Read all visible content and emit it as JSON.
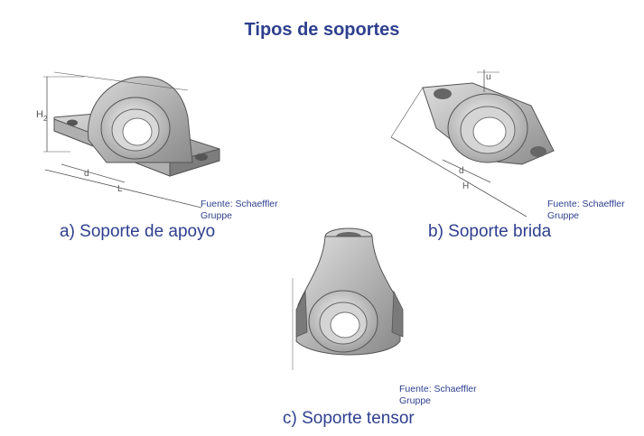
{
  "title": "Tipos de soportes",
  "figures": [
    {
      "caption": "a) Soporte de apoyo",
      "credit_line1": "Fuente: Schaeffler",
      "credit_line2": "Gruppe",
      "dims": {
        "height": "H",
        "height_sub": "2",
        "width": "L",
        "bore": "d"
      }
    },
    {
      "caption": "b) Soporte brida",
      "credit_line1": "Fuente: Schaeffler",
      "credit_line2": "Gruppe",
      "dims": {
        "top": "u",
        "bore": "d",
        "height": "H"
      }
    },
    {
      "caption": "c) Soporte tensor",
      "credit_line1": "Fuente: Schaeffler",
      "credit_line2": "Gruppe"
    }
  ]
}
